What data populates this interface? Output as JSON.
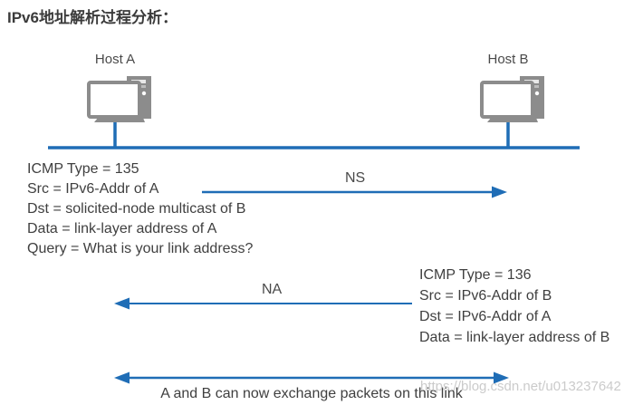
{
  "title": "IPv6地址解析过程分析：",
  "colors": {
    "line_blue": "#1f6db6",
    "text_dark": "#3f3f3f",
    "icon_gray": "#8c8c8c",
    "watermark_gray": "#cbcbcb"
  },
  "hosts": {
    "a": {
      "label": "Host A",
      "icon": "computer-icon"
    },
    "b": {
      "label": "Host B",
      "icon": "computer-icon"
    }
  },
  "ns_message": {
    "label": "NS",
    "lines": [
      "ICMP Type = 135",
      "Src = IPv6-Addr of A",
      "Dst = solicited-node multicast of B",
      "Data = link-layer address of A",
      "Query = What is your link address?"
    ]
  },
  "na_message": {
    "label": "NA",
    "lines": [
      "ICMP Type = 136",
      "Src = IPv6-Addr of B",
      "Dst = IPv6-Addr of A",
      "Data = link-layer address of B"
    ]
  },
  "footer": {
    "caption": "A and B can now exchange packets on this link",
    "watermark": "https://blog.csdn.net/u013237642"
  }
}
